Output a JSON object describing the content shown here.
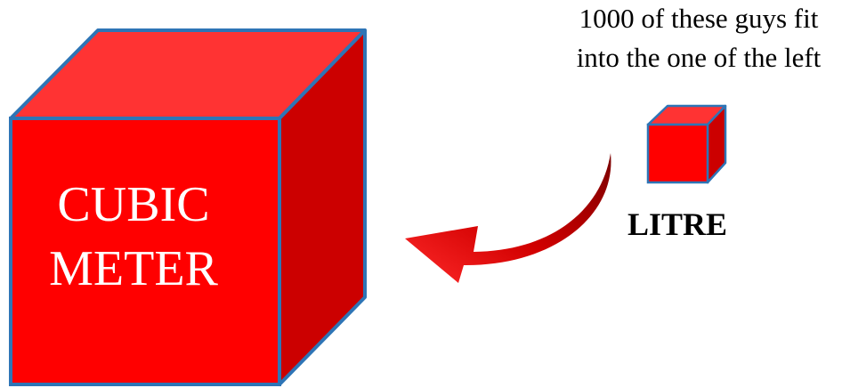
{
  "big_cube": {
    "label_line1": "CUBIC",
    "label_line2": "METER"
  },
  "small_cube": {
    "label": "LITRE"
  },
  "caption": {
    "line1": "1000 of these guys fit",
    "line2": "into the one of the left"
  },
  "colors": {
    "cube_front": "#ff0000",
    "cube_top": "#ff3333",
    "cube_side": "#cc0000",
    "cube_edge": "#2e75b6",
    "arrow_dark": "#8b0000",
    "arrow_light": "#ff1a1a",
    "label_on_cube": "#ffffff",
    "text": "#000000"
  }
}
